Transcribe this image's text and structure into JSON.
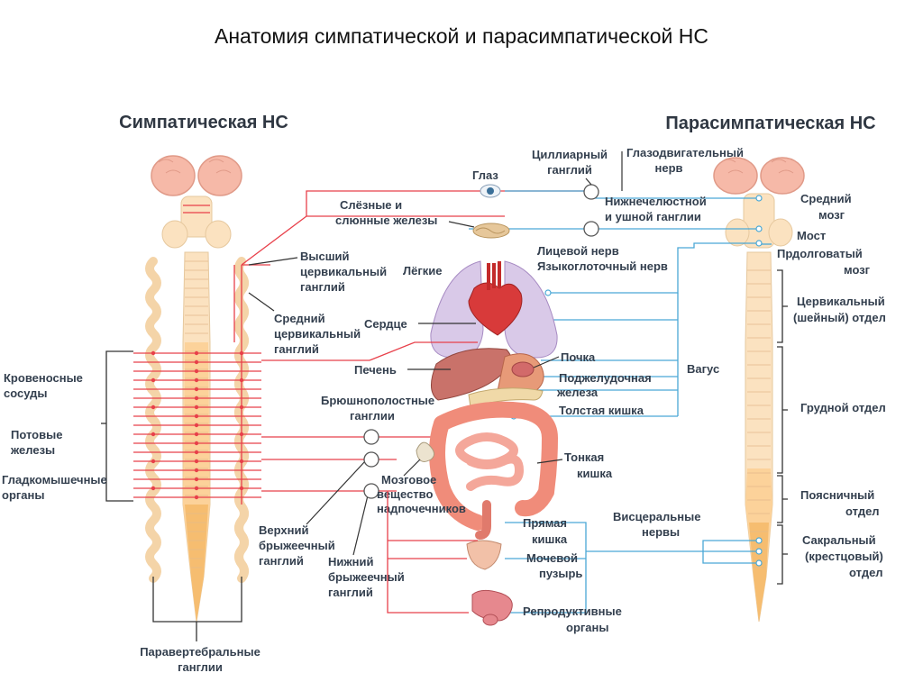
{
  "title": "Анатомия симпатической и парасимпатической НС",
  "sympathetic": {
    "header": "Симпатическая НС",
    "ganglia": {
      "superior": [
        "Высший",
        "цервикальный",
        "ганглий"
      ],
      "middle": [
        "Средний",
        "цервикальный",
        "ганглий"
      ],
      "celiac": [
        "Брюшнополостные",
        "ганглии"
      ],
      "superior_mesenteric": [
        "Верхний",
        "брыжеечный",
        "ганглий"
      ],
      "inferior_mesenteric": [
        "Нижний",
        "брыжеечный",
        "ганглий"
      ],
      "paravertebral": [
        "Паравертебральные",
        "ганглии"
      ]
    },
    "targets": {
      "vessels": [
        "Кровеносные",
        "сосуды"
      ],
      "sweat": [
        "Потовые",
        "железы"
      ],
      "smooth_muscle": [
        "Гладкомышечные",
        "органы"
      ]
    }
  },
  "parasympathetic": {
    "header": "Парасимпатическая НС",
    "ciliary": [
      "Циллиарный",
      "ганглий"
    ],
    "oculomotor": [
      "Глазодвигательный",
      "нерв"
    ],
    "submandibular": [
      "Нижнечелюстной",
      "и ушной ганглии"
    ],
    "facial": "Лицевой нерв",
    "glossopharyngeal": "Языкоглоточный нерв",
    "vagus": "Вагус",
    "visceral": [
      "Висцеральные",
      "нервы"
    ],
    "regions": {
      "midbrain": [
        "Средний",
        "мозг"
      ],
      "pons": "Мост",
      "medulla": [
        "Прдолговатый",
        "мозг"
      ],
      "cervical": [
        "Цервикальный",
        "(шейный) отдел"
      ],
      "thoracic": "Грудной отдел",
      "lumbar": [
        "Поясничный",
        "отдел"
      ],
      "sacral": [
        "Сакральный",
        "(крестцовый)",
        "отдел"
      ]
    }
  },
  "organs": {
    "eye": "Глаз",
    "glands": [
      "Слёзные и",
      "слюнные железы"
    ],
    "lungs": "Лёгкие",
    "heart": "Сердце",
    "liver": "Печень",
    "kidney": "Почка",
    "pancreas": [
      "Поджелудочная",
      "железа"
    ],
    "colon": "Толстая кишка",
    "small_intestine": [
      "Тонкая",
      "кишка"
    ],
    "adrenal": [
      "Мозговое",
      "вещество",
      "надпочечников"
    ],
    "rectum": [
      "Прямая",
      "кишка"
    ],
    "bladder": [
      "Мочевой",
      "пузырь"
    ],
    "reproductive": [
      "Репродуктивные",
      "органы"
    ]
  },
  "colors": {
    "sympathetic": "#e8404a",
    "parasympathetic": "#4aa8d6",
    "spine": "#fbe2c0",
    "spine_lumbar": "#f6bd70",
    "brain": "#f6b9a8",
    "lung": "#d9c9e8",
    "heart": "#d83a3a",
    "liver": "#c9726a",
    "intestine": "#f08c7a"
  }
}
